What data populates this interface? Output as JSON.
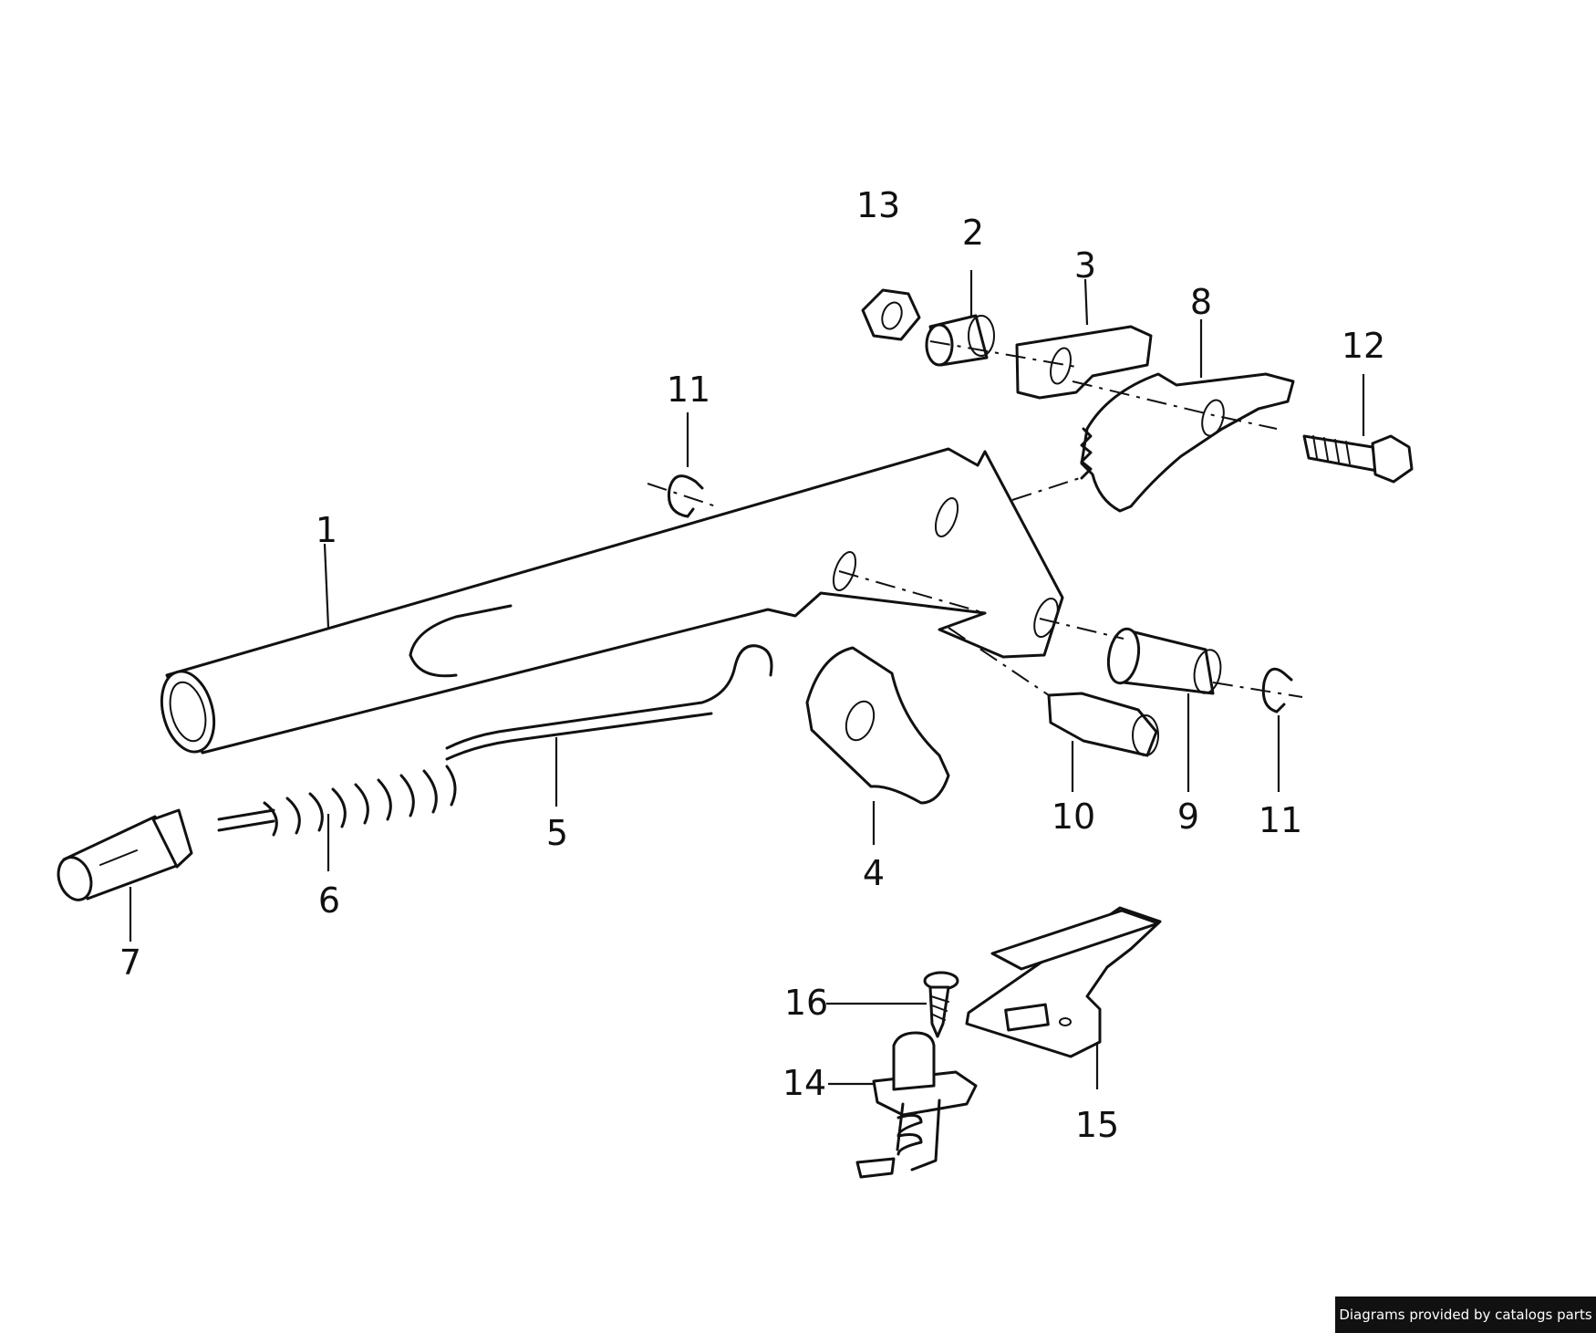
{
  "callouts": {
    "c1": "1",
    "c2": "2",
    "c3": "3",
    "c4": "4",
    "c5": "5",
    "c6": "6",
    "c7": "7",
    "c8": "8",
    "c9": "9",
    "c10": "10",
    "c11a": "11",
    "c11b": "11",
    "c12": "12",
    "c13": "13",
    "c14": "14",
    "c15": "15",
    "c16": "16"
  },
  "credit": "Diagrams provided by catalogs parts"
}
